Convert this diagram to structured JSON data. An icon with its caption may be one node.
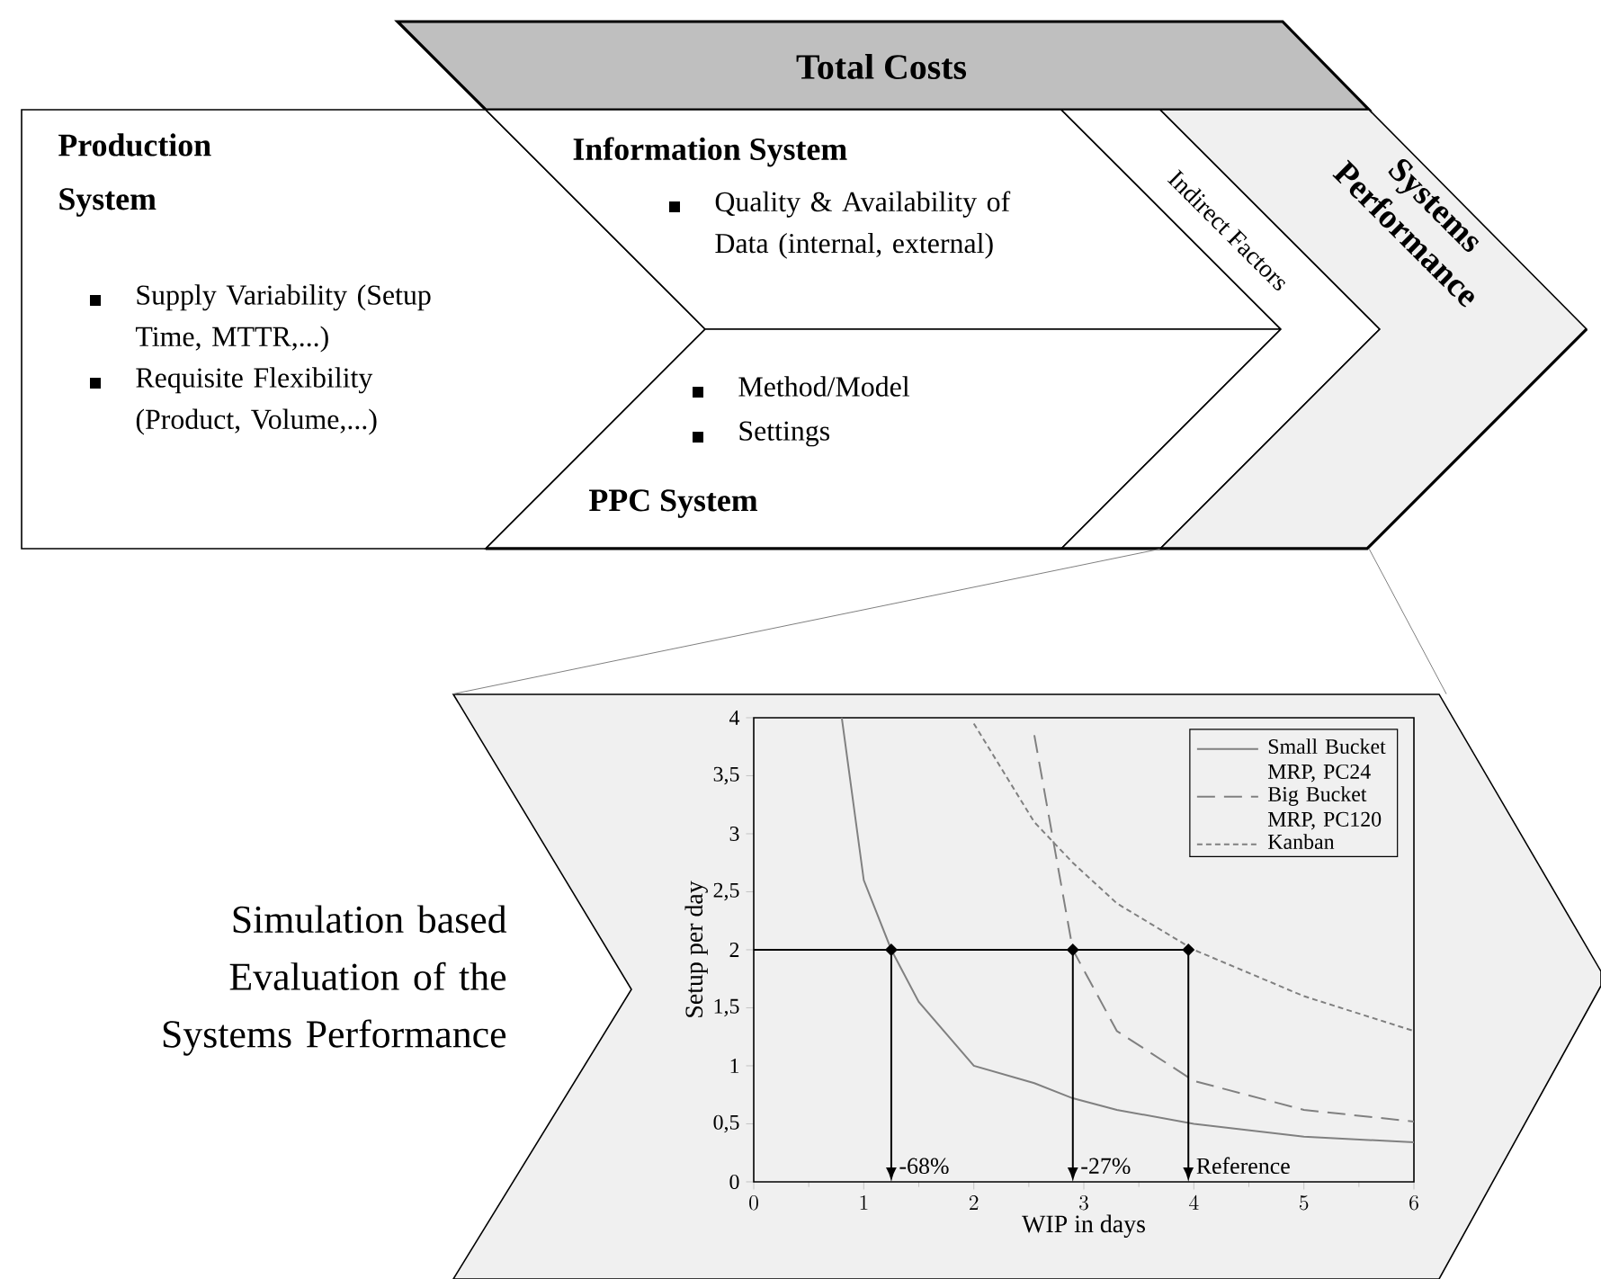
{
  "diagram": {
    "nodes": [
      {
        "text": [
          "Total Costs"
        ]
      },
      {
        "text": [
          "Production System",
          "Supply Variability (Setup Time, MTTR,...)",
          "Requisite Flexibility (Product, Volume,...)"
        ]
      },
      {
        "text": [
          "Information System",
          "Quality & Availability of Data (internal, external)"
        ]
      },
      {
        "text": [
          "Method/Model",
          "Settings",
          "PPC System"
        ]
      },
      {
        "text": [
          "Indirect Factors"
        ]
      },
      {
        "text": [
          "Systems Performance"
        ]
      },
      {
        "text": [
          "Simulation based Evaluation of the Systems Performance"
        ]
      }
    ],
    "edges": [
      {
        "from": 5,
        "to": 6,
        "arrow": "none"
      },
      {
        "from": 5,
        "to": 6,
        "arrow": "none"
      }
    ],
    "chart_data": {
      "type": "line",
      "xlabel": "WIP in days",
      "ylabel": "Setup per day",
      "x": [
        0.8,
        1,
        1.25,
        1.5,
        2,
        2.55,
        2.9,
        3.3,
        4,
        5,
        6
      ],
      "series": [
        {
          "name": "Small Bucket MRP, PC24",
          "color": "#808080",
          "line_style": "solid",
          "values": [
            4,
            2.6,
            2.0,
            1.55,
            1.0,
            0.85,
            0.72,
            0.62,
            0.5,
            0.39,
            0.34
          ]
        },
        {
          "name": "Big Bucket MRP, PC120",
          "color": "#808080",
          "line_style": "dashed",
          "values": [
            null,
            null,
            null,
            null,
            null,
            3.85,
            2.0,
            1.3,
            0.87,
            0.62,
            0.52
          ]
        },
        {
          "name": "Kanban",
          "color": "#808080",
          "line_style": "dotted",
          "values": [
            null,
            null,
            null,
            null,
            3.95,
            3.1,
            2.75,
            2.4,
            2.0,
            1.6,
            1.3
          ]
        }
      ],
      "xlim": [
        0,
        6
      ],
      "ylim": [
        0,
        4
      ],
      "xticks": [
        0,
        1,
        2,
        3,
        4,
        5,
        6
      ],
      "yticks": [
        0,
        {
          "value": 0.5,
          "label": "0,5"
        },
        1,
        {
          "value": 1.5,
          "label": "1,5"
        },
        2,
        {
          "value": 2.5,
          "label": "2,5"
        },
        3,
        {
          "value": 3.5,
          "label": "3,5"
        },
        4
      ],
      "legend": "upper right",
      "ref_lines": [
        {
          "axis": "y",
          "value": 2
        }
      ],
      "annotations": [
        {
          "x": 1.25,
          "y": 2,
          "text": "-68%"
        },
        {
          "x": 2.9,
          "y": 2,
          "text": "-27%"
        },
        {
          "x": 3.95,
          "y": 2,
          "text": "Reference"
        }
      ]
    }
  }
}
